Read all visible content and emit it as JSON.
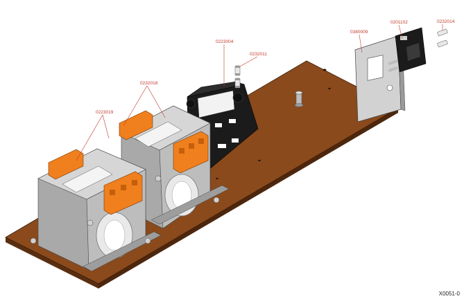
{
  "diagram": {
    "type": "exploded-assembly",
    "colors": {
      "board_top": "#8a4a1c",
      "board_side": "#5a2e10",
      "transformer_body": "#c9c9c9",
      "terminal_block": "#f07f1d",
      "fuse_holder": "#1b1b1b",
      "callout": "#c0392b",
      "leader": "#c0392b"
    },
    "part_labels": [
      {
        "id": "tr1",
        "text": "0223019"
      },
      {
        "id": "tr2",
        "text": "0232018"
      },
      {
        "id": "fh",
        "text": "0223004"
      },
      {
        "id": "fuse",
        "text": "0232011"
      },
      {
        "id": "plate",
        "text": "0380009"
      },
      {
        "id": "inlet",
        "text": "0201102"
      },
      {
        "id": "fuse2",
        "text": "0232014"
      }
    ],
    "drawing_code": "X0051-0"
  }
}
